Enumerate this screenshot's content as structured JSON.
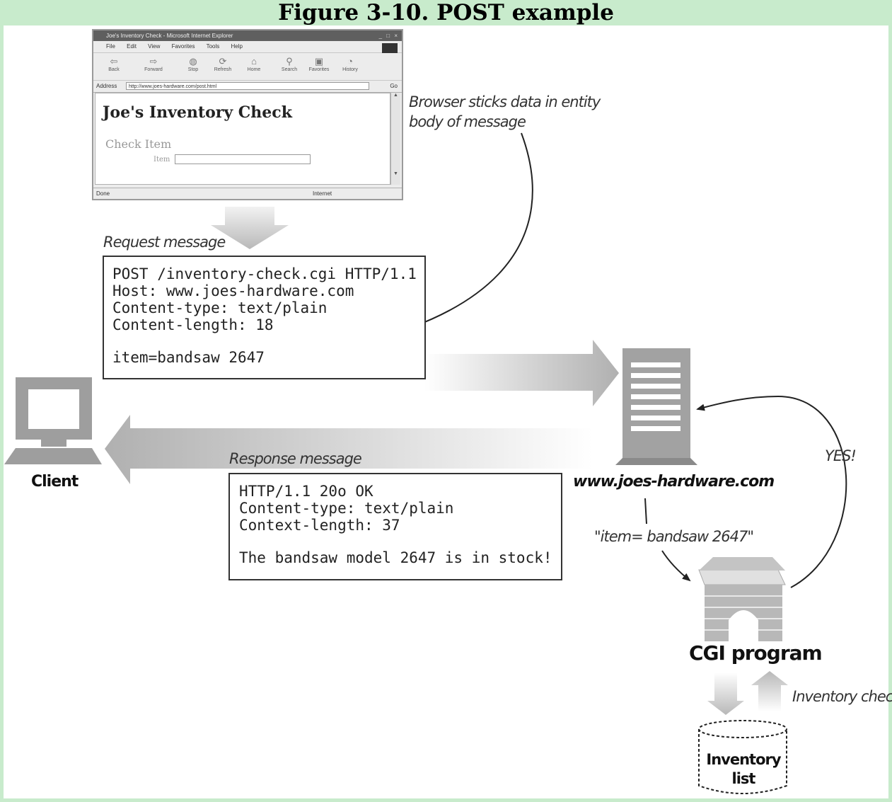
{
  "figure": {
    "title": "Figure 3-10. POST example"
  },
  "browser": {
    "title": "Joe's Inventory Check - Microsoft Internet Explorer",
    "window_buttons": "_ □ ×",
    "menu": [
      "File",
      "Edit",
      "View",
      "Favorites",
      "Tools",
      "Help"
    ],
    "toolbar": [
      "Back",
      "Forward",
      "Stop",
      "Refresh",
      "Home",
      "Search",
      "Favorites",
      "History"
    ],
    "address_label": "Address",
    "address_value": "http://www.joes-hardware.com/post.html",
    "go_label": "Go",
    "page_heading": "Joe's Inventory Check",
    "check_label": "Check Item",
    "item_label": "Item",
    "status_text": "Done",
    "zone_text": "Internet"
  },
  "annotations": {
    "browser_note_line1": "Browser sticks data in entity",
    "browser_note_line2": "body of message",
    "request_label": "Request message",
    "response_label": "Response message",
    "client_label": "Client",
    "server_label": "www.joes-hardware.com",
    "item_quote": "\"item= bandsaw 2647\"",
    "yes_label": "YES!",
    "cgi_label": "CGI program",
    "inventory_check_label": "Inventory check",
    "inventory_list_line1": "Inventory",
    "inventory_list_line2": "list"
  },
  "request_message": {
    "lines": [
      "POST /inventory-check.cgi HTTP/1.1",
      "Host: www.joes-hardware.com",
      "Content-type: text/plain",
      "Content-length: 18"
    ],
    "body": "item=bandsaw 2647"
  },
  "response_message": {
    "lines": [
      "HTTP/1.1 20o OK",
      "Content-type: text/plain",
      "Context-length: 37"
    ],
    "body": "The bandsaw model 2647 is in stock!"
  },
  "colors": {
    "frame": "#c8ebcc",
    "arrow_gray": "#b8b8b8",
    "icon_gray": "#9a9a9a"
  }
}
